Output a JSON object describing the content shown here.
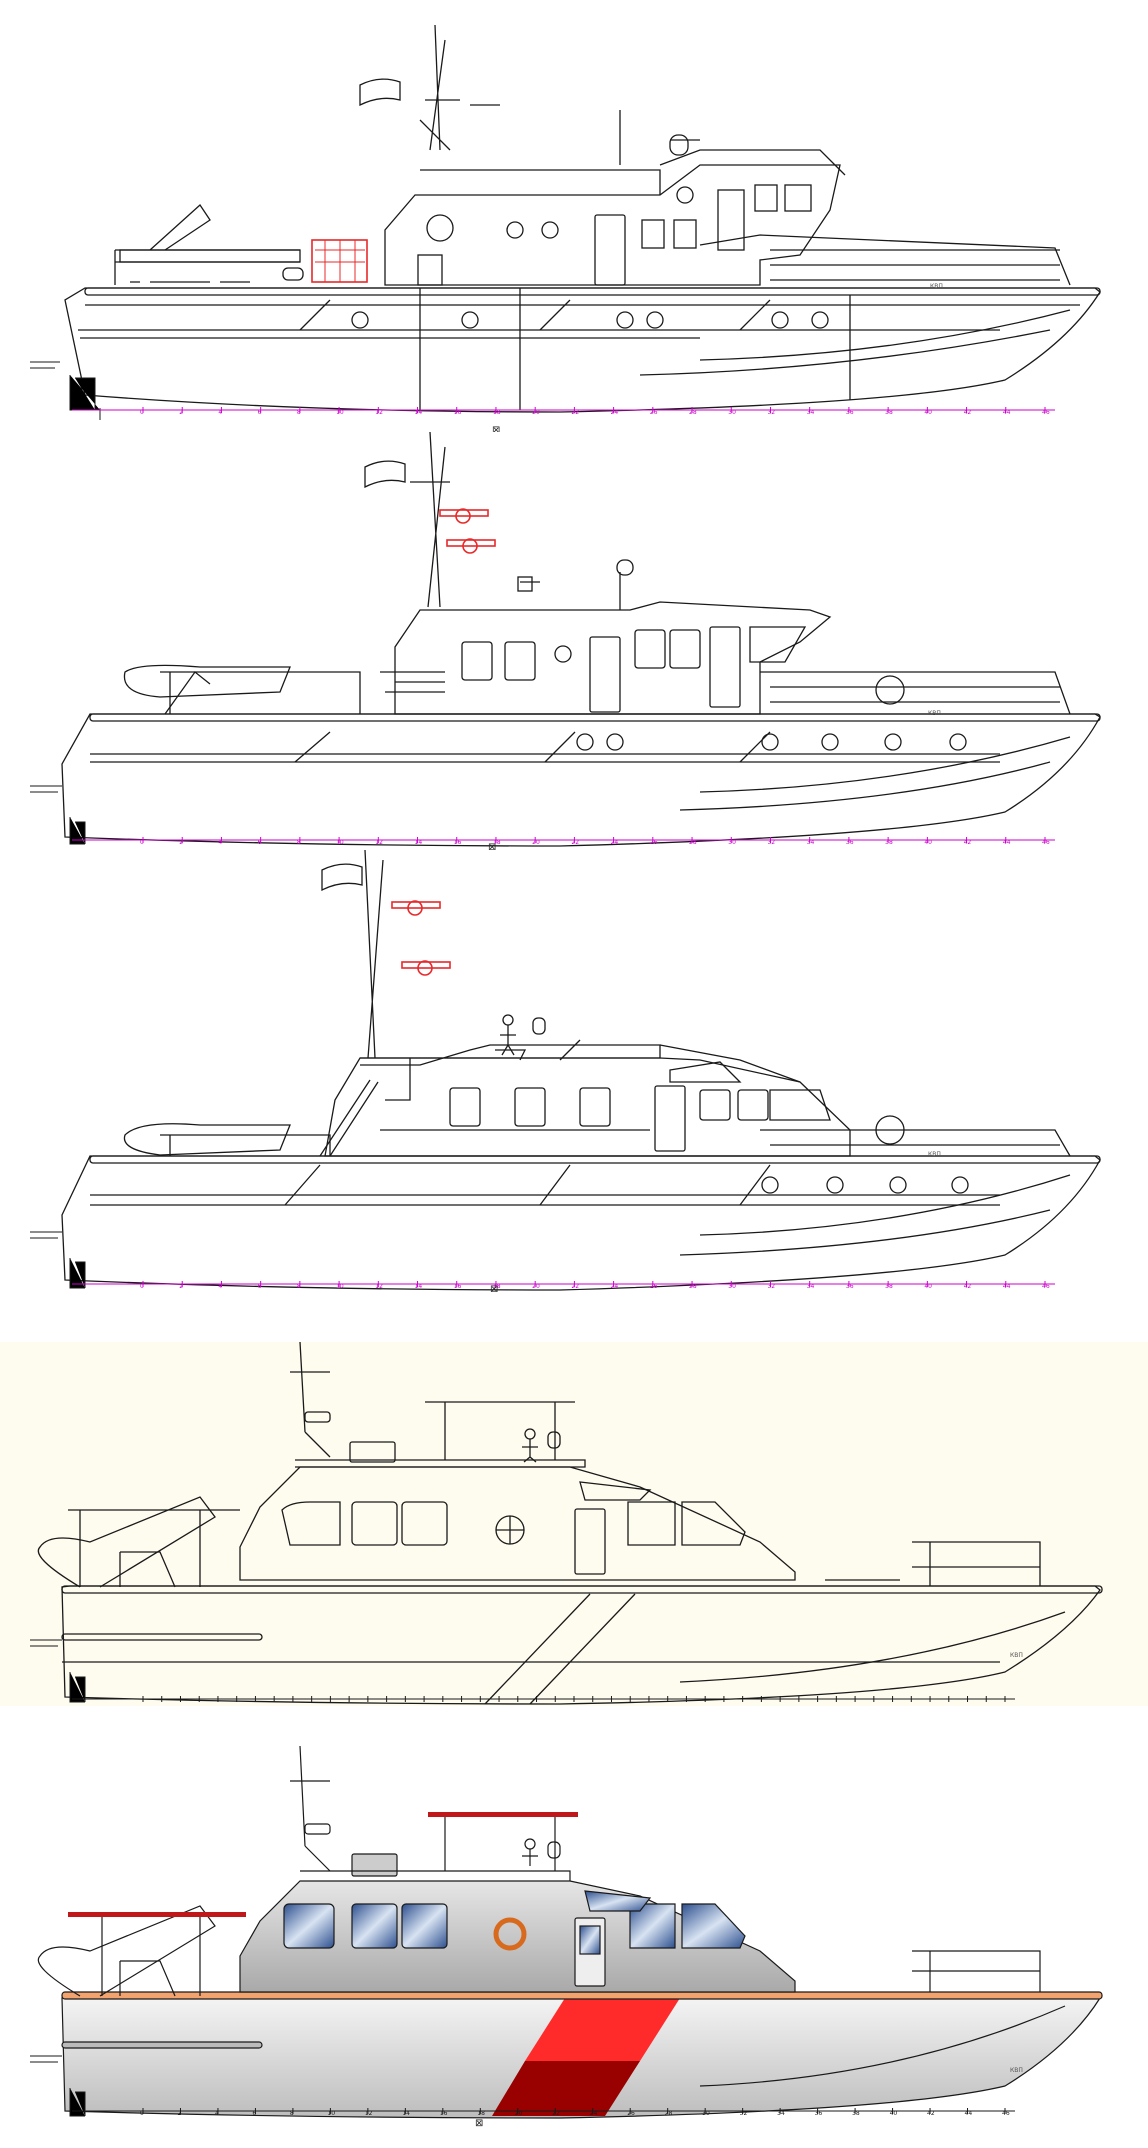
{
  "colors": {
    "line": "#1a1a1a",
    "ruler": "#cc00cc",
    "highlight": "#e8282a",
    "panel4_bg": "#fefbef",
    "hull_grey": "#d4d4d4",
    "stripe_red": "#ff2a2a",
    "stripe_dark": "#990000",
    "deck_orange": "#f2a36e",
    "window_blue": "#2c4f8f"
  },
  "panels": [
    {
      "id": "v1",
      "frames": [
        "0",
        "2",
        "4",
        "6",
        "8",
        "10",
        "12",
        "14",
        "16",
        "18",
        "20",
        "22",
        "24",
        "26",
        "28",
        "30",
        "32",
        "34",
        "36",
        "38",
        "40",
        "42",
        "44",
        "46"
      ],
      "midship_mark": "⊠"
    },
    {
      "id": "v2",
      "frames": [
        "0",
        "2",
        "4",
        "6",
        "8",
        "10",
        "12",
        "14",
        "16",
        "18",
        "20",
        "22",
        "24",
        "26",
        "28",
        "30",
        "32",
        "34",
        "36",
        "38",
        "40",
        "42",
        "44",
        "46"
      ],
      "midship_mark": "⊠"
    },
    {
      "id": "v3",
      "frames": [
        "0",
        "2",
        "4",
        "6",
        "8",
        "10",
        "12",
        "14",
        "16",
        "18",
        "20",
        "22",
        "24",
        "26",
        "28",
        "30",
        "32",
        "34",
        "36",
        "38",
        "40",
        "42",
        "44",
        "46"
      ],
      "midship_mark": "⊠"
    },
    {
      "id": "v4",
      "frames": [],
      "midship_mark": ""
    },
    {
      "id": "v5",
      "frames": [
        "0",
        "2",
        "4",
        "6",
        "8",
        "10",
        "12",
        "14",
        "16",
        "18",
        "20",
        "22",
        "24",
        "26",
        "28",
        "30",
        "32",
        "34",
        "36",
        "38",
        "40",
        "42",
        "44",
        "46"
      ],
      "midship_mark": "⊠"
    }
  ],
  "hull_mark": "КВП"
}
